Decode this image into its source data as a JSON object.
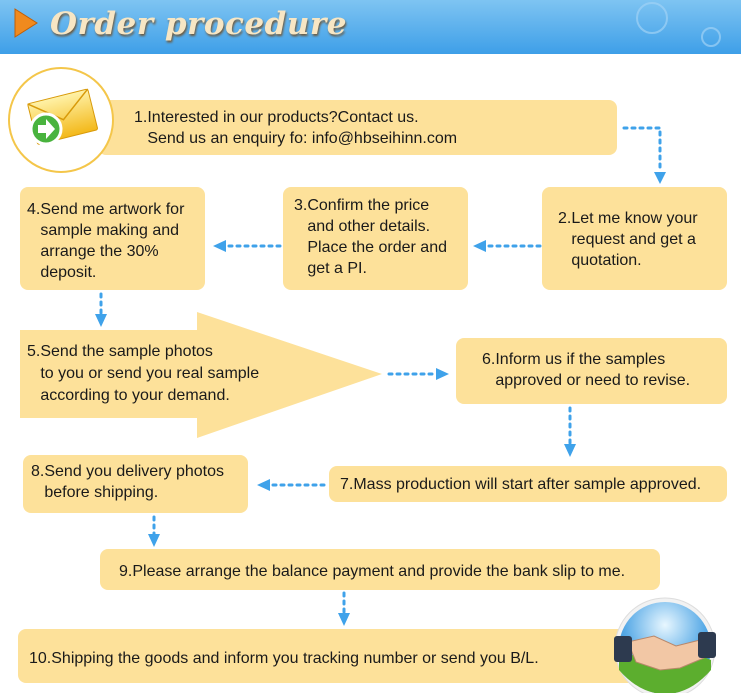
{
  "header": {
    "title": "Order procedure"
  },
  "steps": [
    {
      "text": "1.Interested in our products?Contact us.\n   Send us an enquiry fo: info@hbseihinn.com"
    },
    {
      "text": "2.Let me know your\n   request and get a\n   quotation."
    },
    {
      "text": "3.Confirm the price\n   and other details.\n   Place the order and\n   get a PI."
    },
    {
      "text": "4.Send me artwork for\n   sample making and\n   arrange the 30%\n   deposit."
    },
    {
      "text": "5.Send the sample photos\n   to you or send you real sample\n   according to your demand."
    },
    {
      "text": "6.Inform us if the samples\n   approved or need to revise."
    },
    {
      "text": "7.Mass production will start after sample approved."
    },
    {
      "text": "8.Send you delivery photos\n   before shipping."
    },
    {
      "text": "9.Please arrange the balance payment and provide the bank slip to me."
    },
    {
      "text": "10.Shipping the goods and inform you tracking number or send you B/L."
    }
  ],
  "colors": {
    "box": "#fde19a",
    "arrow": "#3fa2ea",
    "header": "#3e9fe8",
    "title": "#f7e6c4"
  },
  "icons": [
    "envelope-icon",
    "handshake-icon",
    "play-arrow-icon"
  ]
}
